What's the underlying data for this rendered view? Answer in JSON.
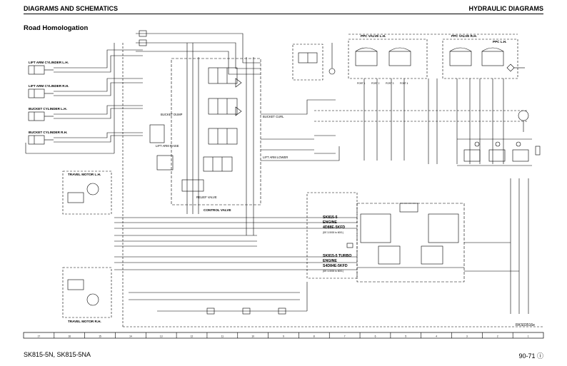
{
  "header": {
    "left": "DIAGRAMS AND SCHEMATICS",
    "right": "HYDRAULIC DIAGRAMS"
  },
  "section_title": "Road Homologation",
  "footer": {
    "left": "SK815-5N, SK815-5NA",
    "right": "90-71 ⓘ"
  },
  "ref_code": "RKS03516e",
  "diagram": {
    "cylinders": [
      "LIFT ARM CYLINDER L.H.",
      "LIFT ARM CYLINDER R.H.",
      "BUCKET CYLINDER L.H.",
      "BUCKET CYLINDER R.H."
    ],
    "ppc_left": "PPC VALVE L.H.",
    "ppc_right": "PPC VALVE R.H.",
    "ppc_r": "PPC L.H.",
    "travel_motor_lh": "TRAVEL MOTOR L.H.",
    "travel_motor_rh": "TRAVEL MOTOR R.H.",
    "control_valve": "CONTROL VALVE",
    "relief_valve": "RELIEF VALVE",
    "bucket_dump": "BUCKET DUMP",
    "lift_arm_raise": "LIFT ARM RAISE",
    "bucket_curl": "BUCKET CURL",
    "lift_arm_lower": "LIFT ARM LOWER",
    "engine_a": [
      "SK815-5",
      "ENGINE",
      "4D88E-5KFD"
    ],
    "engine_a_note": "(DE 3-5000 to 6001)",
    "engine_b": [
      "SK815-5 TURBO",
      "ENGINE",
      "S4D84E-5KFD"
    ],
    "engine_b_note": "(DE 3-5000 to 6001)",
    "ports": [
      "PORT 1",
      "PORT 2",
      "PORT 3",
      "PORT 4"
    ],
    "zones": [
      "17",
      "16",
      "15",
      "14",
      "13",
      "12",
      "11",
      "10",
      "9",
      "8",
      "7",
      "6",
      "5",
      "4",
      "3",
      "2",
      "1"
    ]
  }
}
